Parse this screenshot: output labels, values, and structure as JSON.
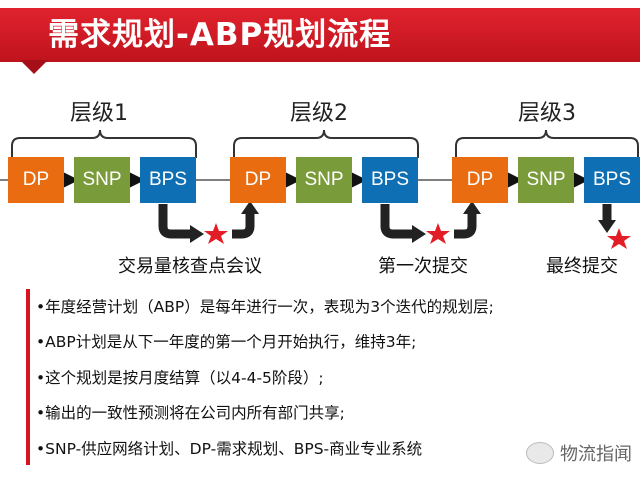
{
  "title": "需求规划-ABP规划流程",
  "levels": [
    {
      "label": "层级1",
      "boxes": [
        "DP",
        "SNP",
        "BPS"
      ]
    },
    {
      "label": "层级2",
      "boxes": [
        "DP",
        "SNP",
        "BPS"
      ]
    },
    {
      "label": "层级3",
      "boxes": [
        "DP",
        "SNP",
        "BPS"
      ]
    }
  ],
  "captions": [
    "交易量核查点会议",
    "第一次提交",
    "最终提交"
  ],
  "bullets": [
    "•年度经营计划（ABP）是每年进行一次，表现为3个迭代的规划层;",
    "•ABP计划是从下一年度的第一个月开始执行，维持3年;",
    "•这个规划是按月度结算（以4-4-5阶段）;",
    "•输出的一致性预测将在公司内所有部门共享;",
    "•SNP-供应网络计划、DP-需求规划、BPS-商业专业系统"
  ],
  "watermark": "物流指闻",
  "colors": {
    "banner": "#d61a24",
    "dp": "#ea6c10",
    "snp": "#7a9b3a",
    "bps": "#0f6fb4",
    "star": "#e31d25"
  }
}
